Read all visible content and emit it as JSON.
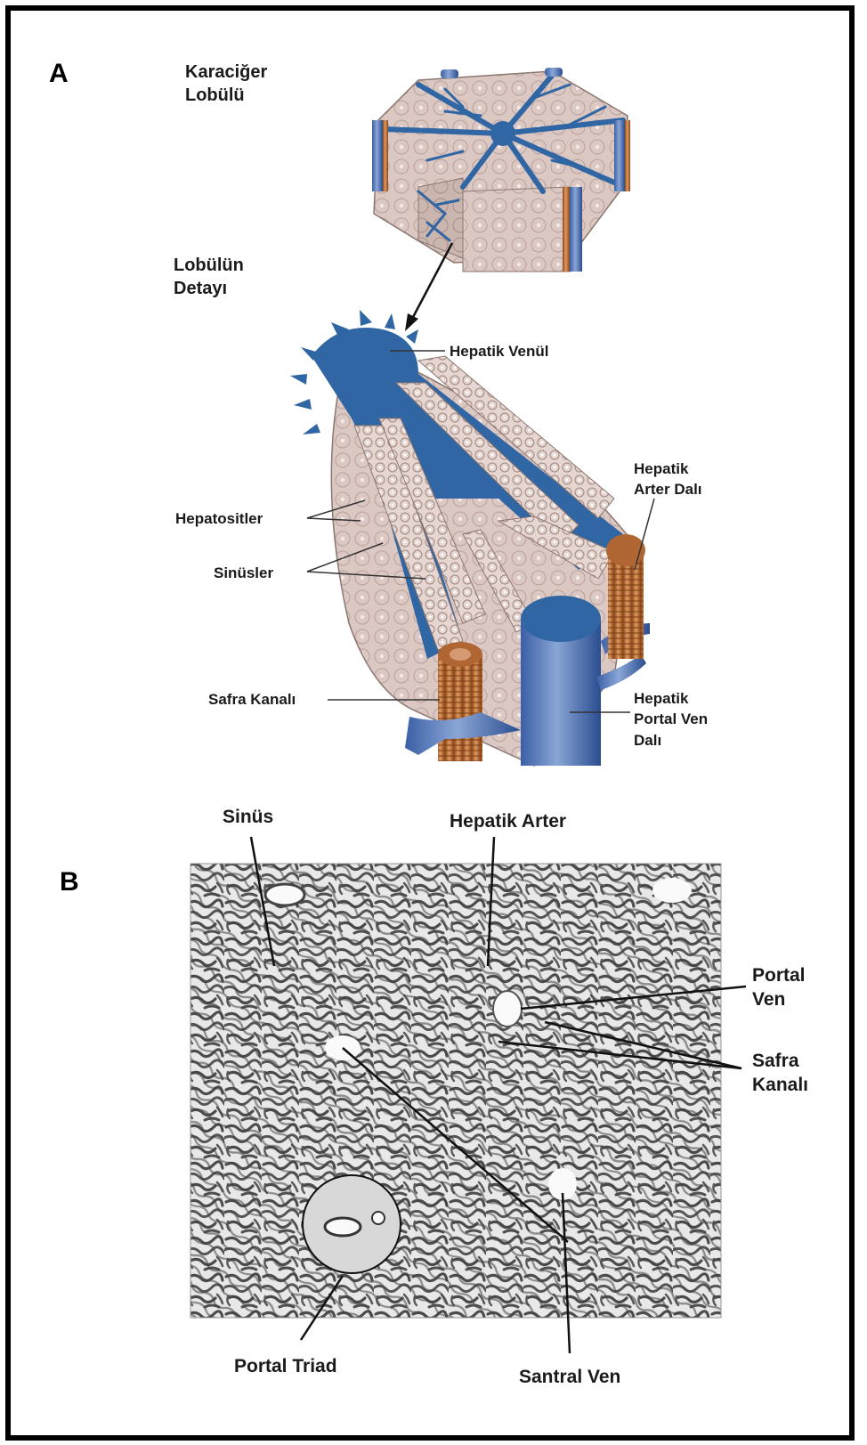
{
  "panels": {
    "a": {
      "letter": "A",
      "lobule_label": [
        "Karaciğer",
        "Lobülü"
      ],
      "detail_label": [
        "Lobülün",
        "Detayı"
      ],
      "labels": {
        "hepatic_venule": "Hepatik Venül",
        "hepatic_artery_branch": [
          "Hepatik",
          "Arter Dalı"
        ],
        "hepatocytes": "Hepatositler",
        "sinusoids": "Sinüsler",
        "bile_duct": "Safra Kanalı",
        "portal_vein_branch": [
          "Hepatik",
          "Portal Ven",
          "Dalı"
        ]
      }
    },
    "b": {
      "letter": "B",
      "labels": {
        "sinus": "Sinüs",
        "hepatic_artery": "Hepatik Arter",
        "portal_vein": [
          "Portal",
          "Ven"
        ],
        "bile_duct": [
          "Safra",
          "Kanalı"
        ],
        "portal_triad": "Portal Triad",
        "central_vein": "Santral Ven"
      }
    }
  },
  "colors": {
    "vein_blue": "#2f66a3",
    "tissue_pink": "#d9c4bf",
    "artery_brown": "#b5652c",
    "micrograph_gray": "#8a8a8a"
  }
}
